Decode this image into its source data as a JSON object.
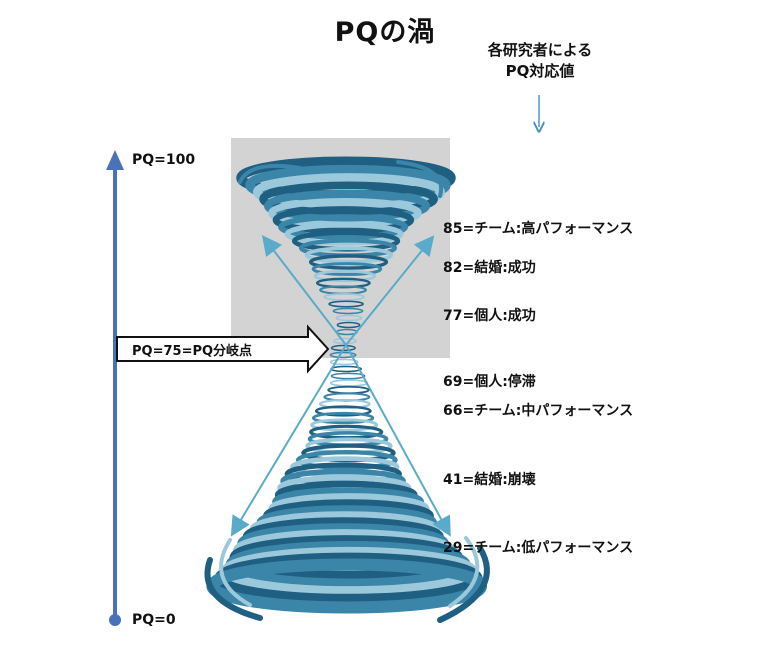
{
  "title": "PQの渦",
  "header": {
    "line1": "各研究者による",
    "line2": "PQ対応値"
  },
  "axis": {
    "top_label": "PQ=100",
    "bottom_label": "PQ=0",
    "color": "#4a72b8"
  },
  "branch_point_label": "PQ=75=PQ分岐点",
  "annotations": [
    {
      "text": "85=チーム:高パフォーマンス",
      "value": 85
    },
    {
      "text": "82=結婚:成功",
      "value": 82
    },
    {
      "text": "77=個人:成功",
      "value": 77
    },
    {
      "text": "69=個人:停滞",
      "value": 69
    },
    {
      "text": "66=チーム:中パフォーマンス",
      "value": 66
    },
    {
      "text": "41=結婚:崩壊",
      "value": 41
    },
    {
      "text": "29=チーム:低パフォーマンス",
      "value": 29
    }
  ],
  "colors": {
    "vortex_dark": "#1f5f82",
    "vortex_mid": "#3b86a8",
    "vortex_light": "#9cc8dc",
    "arrow_light": "#5aaac9",
    "upper_box": "#d3d3d3"
  }
}
